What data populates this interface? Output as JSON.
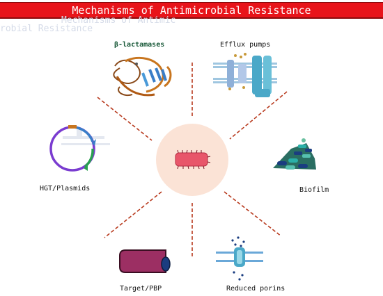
{
  "title": "Mechanisms of Antimicrobial Resistance",
  "ghost_lines": [
    "Mechanisms of Antimic",
    "robial Resistance"
  ],
  "mechanisms": {
    "beta_lactamases": "β-lactamases",
    "efflux_pumps": "Efflux pumps",
    "biofilm": "Biofilm",
    "reduced_porins": "Reduced porins",
    "target_pbp": "Target/PBP",
    "hgt_plasmids": "HGT/Plasmids"
  },
  "colors": {
    "title_bar": "#e8141a",
    "center_circle": "#fbe3d6",
    "bacterium": "#e8566a",
    "dashed_line": "#b83a1e",
    "target_tube": "#9c2f63"
  }
}
